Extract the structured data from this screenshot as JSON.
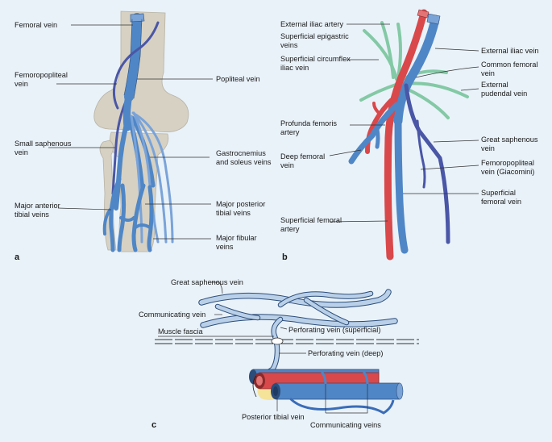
{
  "panel_a": {
    "letter": "a",
    "labels": {
      "femoral_vein": [
        "Femoral vein"
      ],
      "femoropopliteal_vein": [
        "Femoropopliteal",
        "vein"
      ],
      "popliteal_vein": [
        "Popliteal vein"
      ],
      "small_saphenous_vein": [
        "Small saphenous",
        "vein"
      ],
      "gastrocnemius_soleus": [
        "Gastrocnemius",
        "and soleus veins"
      ],
      "major_anterior_tibial": [
        "Major anterior",
        "tibial veins"
      ],
      "major_posterior_tibial": [
        "Major posterior",
        "tibial veins"
      ],
      "major_fibular": [
        "Major fibular",
        "veins"
      ]
    }
  },
  "panel_b": {
    "letter": "b",
    "labels": {
      "external_iliac_artery": [
        "External iliac artery"
      ],
      "superficial_epigastric": [
        "Superficial epigastric",
        "veins"
      ],
      "superficial_circumflex": [
        "Superficial circumflex",
        "iliac vein"
      ],
      "external_iliac_vein": [
        "External iliac vein"
      ],
      "common_femoral_vein": [
        "Common femoral",
        "vein"
      ],
      "external_pudendal_vein": [
        "External",
        "pudendal vein"
      ],
      "profunda_femoris": [
        "Profunda femoris",
        "artery"
      ],
      "great_saphenous": [
        "Great saphenous",
        "vein"
      ],
      "deep_femoral_vein": [
        "Deep femoral",
        "vein"
      ],
      "femoropopliteal_giacomini": [
        "Femoropopliteal",
        "vein (Giacomini)"
      ],
      "superficial_femoral_vein": [
        "Superficial",
        "femoral vein"
      ],
      "superficial_femoral_artery": [
        "Superficial femoral",
        "artery"
      ]
    }
  },
  "panel_c": {
    "letter": "c",
    "labels": {
      "great_saphenous_vein": [
        "Great saphenous vein"
      ],
      "communicating_vein": [
        "Communicating vein"
      ],
      "muscle_fascia": [
        "Muscle fascia"
      ],
      "perforating_superficial": [
        "Perforating vein (superficial)"
      ],
      "perforating_deep": [
        "Perforating vein (deep)"
      ],
      "posterior_tibial_vein": [
        "Posterior tibial vein"
      ],
      "communicating_veins": [
        "Communicating veins"
      ]
    }
  },
  "colors": {
    "background": "#e9f2f9",
    "vein": "#4f86c6",
    "deep_vein_dark": "#4a56a6",
    "artery": "#d9484a",
    "superficial_branch": "#83c9a5",
    "bone": "#d6d1c3"
  }
}
